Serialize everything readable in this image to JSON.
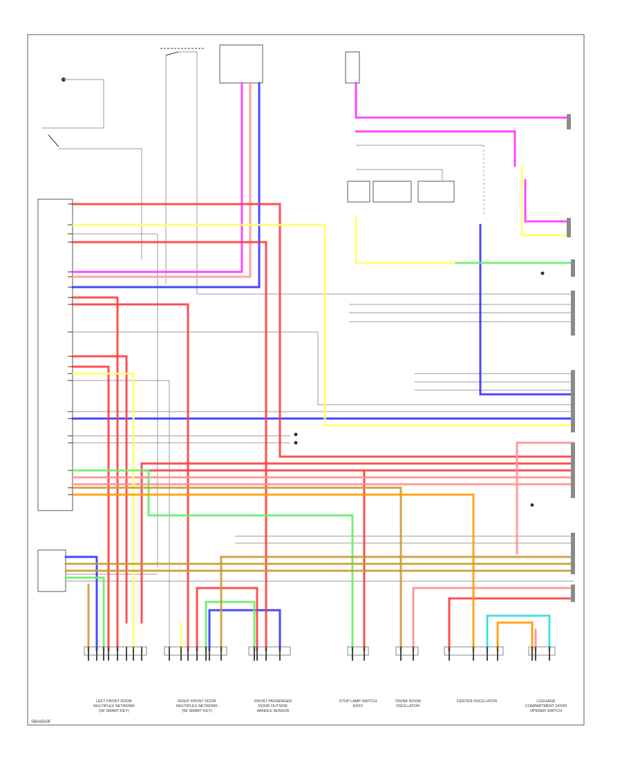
{
  "diagram": {
    "figure_id": "SB##5#0F",
    "colors": {
      "red": "#ff3b3b",
      "pink": "#ff8f8f",
      "magenta": "#ff33ff",
      "yellow": "#ffff66",
      "blue": "#3333ff",
      "green": "#66ee66",
      "orange": "#ff9900",
      "tan": "#cc9933",
      "cyan": "#33dddd",
      "gray": "#888888"
    },
    "bottom_labels": [
      "LEFT FRONT DOOR MULTIPLEX NETWORK (W/ SMART KEY)",
      "RIGHT FRONT DOOR MULTIPLEX NETWORK (W/ SMART KEY)",
      "FRONT PASSENGER DOOR OUTSIDE HANDLE SENSOR",
      "STOP LAMP SWITCH ASSY",
      "TRUNK ROOM OSCILLATOR",
      "CENTER OSCILLATOR",
      "LUGGAGE COMPARTMENT DOOR OPENER SWITCH"
    ]
  }
}
